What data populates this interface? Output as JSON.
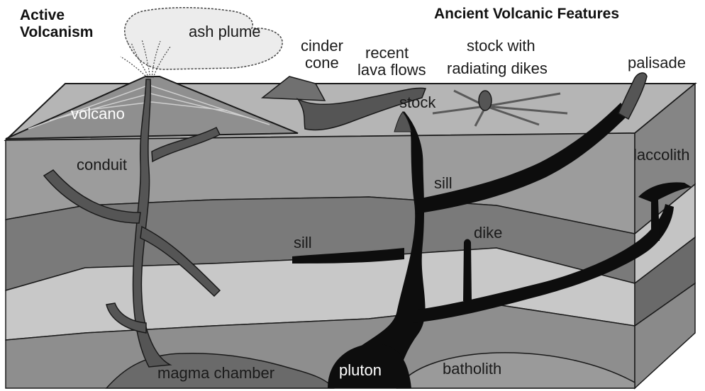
{
  "headings": {
    "active_line1": "Active",
    "active_line2": "Volcanism",
    "ancient": "Ancient Volcanic Features"
  },
  "labels": {
    "ash_plume": "ash plume",
    "cinder_line1": "cinder",
    "cinder_line2": "cone",
    "recent_line1": "recent",
    "recent_line2": "lava flows",
    "stock_dikes_line1": "stock with",
    "stock_dikes_line2": "radiating dikes",
    "palisade": "palisade",
    "stock": "stock",
    "volcano": "volcano",
    "conduit": "conduit",
    "sill_upper": "sill",
    "sill_lower": "sill",
    "dike": "dike",
    "laccolith": "laccolith",
    "magma_chamber": "magma chamber",
    "pluton": "pluton",
    "batholith": "batholith"
  },
  "colors": {
    "top_surface": "#b8b8b8",
    "layer_light": "#c9c9c9",
    "layer_mid": "#9a9a9a",
    "layer_dark": "#6e6e6e",
    "side_face": "#8a8a8a",
    "intrusion": "#0d0d0d",
    "conduit": "#555555",
    "plume": "#ececec",
    "outline": "#1a1a1a"
  }
}
